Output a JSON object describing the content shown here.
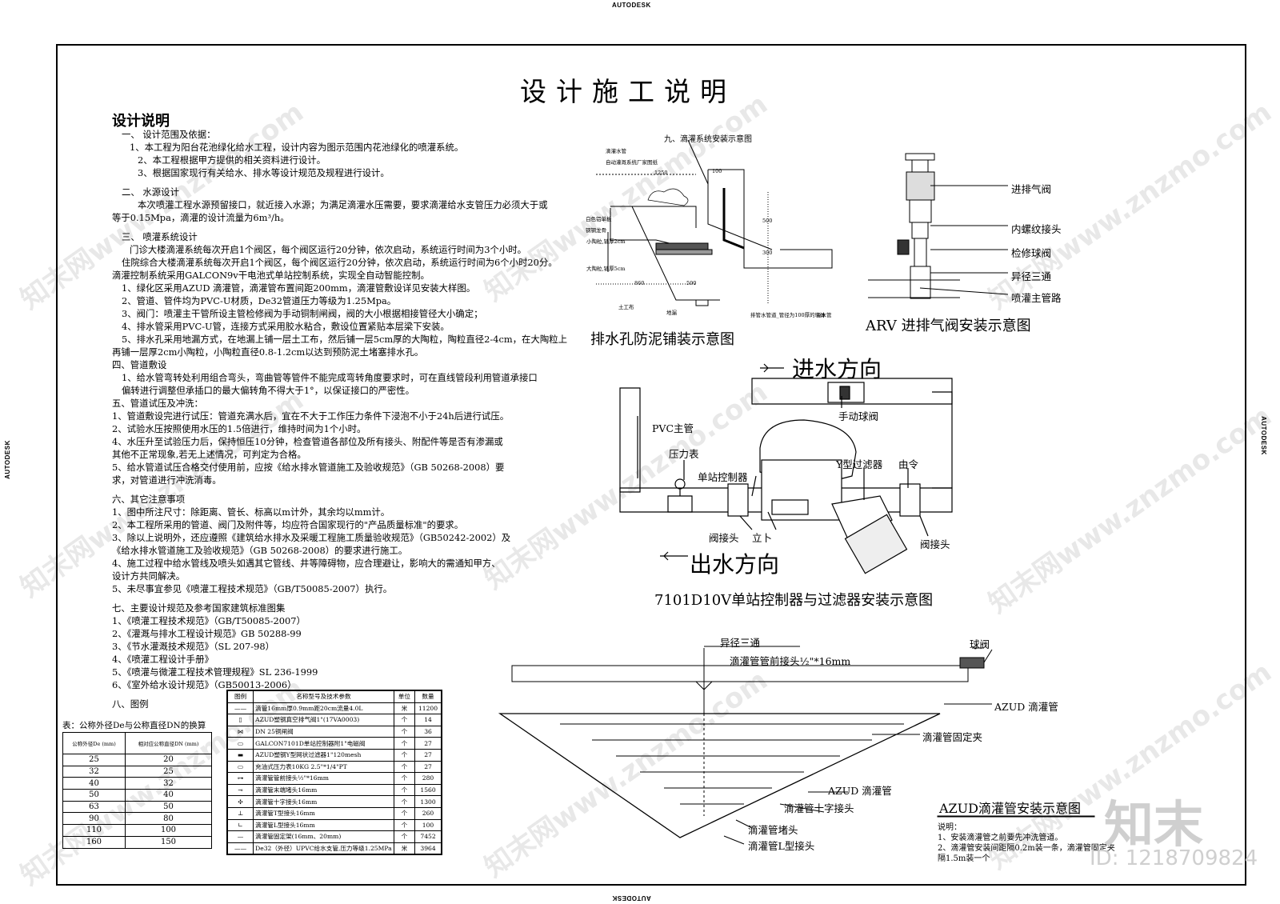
{
  "border": {
    "brand": "AUTODESK"
  },
  "title": "设计施工说明",
  "subtitle": "设计说明",
  "notes": [
    {
      "t": "一、 设计范围及依据：",
      "c": "i1"
    },
    {
      "t": "1、本工程为阳台花池绿化给水工程，设计内容为图示范围内花池绿化的喷灌系统。",
      "c": "i2"
    },
    {
      "t": "2、本工程根据甲方提供的相关资料进行设计。",
      "c": "i3"
    },
    {
      "t": "3、根据国家现行有关给水、排水等设计规范及规程进行设计。",
      "c": "i3"
    },
    {
      "t": "",
      "c": "gap"
    },
    {
      "t": "二、 水源设计",
      "c": "i1"
    },
    {
      "t": "本次喷灌工程水源预留接口，就近接入水源；为满足滴灌水压需要，要求滴灌给水支管压力必须大于或",
      "c": "i3"
    },
    {
      "t": "等于0.15Mpa，滴灌的设计流量为6m³/h。",
      "c": ""
    },
    {
      "t": "",
      "c": "gap"
    },
    {
      "t": "三、 喷灌系统设计",
      "c": "i1"
    },
    {
      "t": "门诊大楼滴灌系统每次开启1个阀区，每个阀区运行20分钟，依次启动，系统运行时间为3个小时。",
      "c": "i2"
    },
    {
      "t": "住院综合大楼滴灌系统每次开启1个阀区，每个阀区运行20分钟，依次启动，系统运行时间为6个小时20分。",
      "c": "i1"
    },
    {
      "t": "滴灌控制系统采用GALCON9v干电池式单站控制系统，实现全自动智能控制。",
      "c": ""
    },
    {
      "t": "1、绿化区采用AZUD 滴灌管，滴灌管布置间距200mm，滴灌管敷设详见安装大样图。",
      "c": "i1"
    },
    {
      "t": "2、管道、管件均为PVC-U材质，De32管道压力等级为1.25Mpa。",
      "c": "i1"
    },
    {
      "t": "3、阀门：喷灌主干管所设主管检修阀为手动铜制闸阀，阀的大小根据相接管径大小确定；",
      "c": "i1"
    },
    {
      "t": "4、排水管采用PVC-U管，连接方式采用胶水粘合，敷设位置紧贴本层梁下安装。",
      "c": "i1"
    },
    {
      "t": "5、排水孔采用地漏方式，在地漏上铺一层土工布，然后铺一层5cm厚的大陶粒，陶粒直径2-4cm，在大陶粒上",
      "c": "i1"
    },
    {
      "t": "再铺一层厚2cm小陶粒，小陶粒直径0.8-1.2cm以达到预防泥土堵塞排水孔。",
      "c": ""
    },
    {
      "t": "四、管道敷设",
      "c": ""
    },
    {
      "t": "1、给水管弯转处利用组合弯头，弯曲管等管件不能完成弯转角度要求时，可在直线管段利用管道承接口",
      "c": "i1"
    },
    {
      "t": "偏转进行调整但承插口的最大偏转角不得大于1°，以保证接口的严密性。",
      "c": "i1"
    },
    {
      "t": "五、管道试压及冲洗：",
      "c": ""
    },
    {
      "t": "1、管道敷设完进行试压：管道充满水后，宜在不大于工作压力条件下浸泡不小于24h后进行试压。",
      "c": ""
    },
    {
      "t": "2、试验水压按照使用水压的1.5倍进行，维持时间为1个小时。",
      "c": ""
    },
    {
      "t": "4、水压升至试验压力后，保持恒压10分钟，检查管道各部位及所有接头、附配件等是否有渗漏或",
      "c": ""
    },
    {
      "t": "其他不正常现象,若无上述情况，可判定为合格。",
      "c": ""
    },
    {
      "t": "5、给水管道试压合格交付使用前，应按《给水排水管道施工及验收规范》（GB 50268-2008）要",
      "c": ""
    },
    {
      "t": "求，对管道进行冲洗消毒。",
      "c": ""
    },
    {
      "t": "",
      "c": "gap"
    },
    {
      "t": "六、其它注意事项",
      "c": ""
    },
    {
      "t": "1、图中所注尺寸：除距离、管长、标高以m计外，其余均以mm计。",
      "c": ""
    },
    {
      "t": "2、本工程所采用的管道、阀门及附件等，均应符合国家现行的\"产品质量标准\"的要求。",
      "c": ""
    },
    {
      "t": "3、除以上说明外，还应遵照《建筑给水排水及采暖工程施工质量验收规范》（GB50242-2002）及",
      "c": ""
    },
    {
      "t": "《给水排水管道施工及验收规范》（GB 50268-2008）的要求进行施工。",
      "c": ""
    },
    {
      "t": "4、施工过程中给水管线及喷头如遇其它管线、井等障碍物，应合理避让，影响大的需通知甲方、",
      "c": ""
    },
    {
      "t": "设计方共同解决。",
      "c": ""
    },
    {
      "t": "5、未尽事宜参见《喷灌工程技术规范》（GB/T50085-2007）执行。",
      "c": ""
    },
    {
      "t": "",
      "c": "gap"
    },
    {
      "t": "七、主要设计规范及参考国家建筑标准图集",
      "c": ""
    },
    {
      "t": "1、《喷灌工程技术规范》（GB/T50085-2007）",
      "c": ""
    },
    {
      "t": "2、《灌溉与排水工程设计规范》GB 50288-99",
      "c": ""
    },
    {
      "t": "3、《节水灌溉技术规范》（SL 207-98）",
      "c": ""
    },
    {
      "t": "4、《喷灌工程设计手册》",
      "c": ""
    },
    {
      "t": "5、《喷灌与微灌工程技术管理规程》SL 236-1999",
      "c": ""
    },
    {
      "t": "6、《室外给水设计规范》（GB50013-2006）",
      "c": ""
    },
    {
      "t": "",
      "c": "gap"
    },
    {
      "t": "八、图例",
      "c": ""
    }
  ],
  "conversion": {
    "caption": "表：公称外径De与公称直径DN的换算",
    "headers": [
      "公称外径De (mm)",
      "相对应公称直径DN (mm)"
    ],
    "rows": [
      [
        "25",
        "20"
      ],
      [
        "32",
        "25"
      ],
      [
        "40",
        "32"
      ],
      [
        "50",
        "40"
      ],
      [
        "63",
        "50"
      ],
      [
        "90",
        "80"
      ],
      [
        "110",
        "100"
      ],
      [
        "160",
        "150"
      ]
    ]
  },
  "legend": {
    "headers": [
      "图例",
      "名称型号及技术参数",
      "单位",
      "数量"
    ],
    "rows": [
      [
        "——",
        "滴管16mm厚0.9mm距20cm流量4.0L",
        "米",
        "11200"
      ],
      [
        "▯",
        "AZUD塑钢真空排气阀1\"(17VA0003)",
        "个",
        "14"
      ],
      [
        "⋈",
        "DN 25铜闸阀",
        "个",
        "36"
      ],
      [
        "▭",
        "GALCON7101D单站控制器附1\"电磁阀",
        "个",
        "27"
      ],
      [
        "▬",
        "AZUD塑钢Y型网状过滤器1\"120mesh",
        "个",
        "27"
      ],
      [
        "▭",
        "充油式压力表10KG 2.5\"*1/4\"PT",
        "个",
        "27"
      ],
      [
        "⊶",
        "滴灌管管前接头½\"*16mm",
        "个",
        "280"
      ],
      [
        "⊸",
        "滴灌管末端堵头16mm",
        "个",
        "1560"
      ],
      [
        "✣",
        "滴灌管十字接头16mm",
        "个",
        "1300"
      ],
      [
        "⊥",
        "滴灌管T型接头16mm",
        "个",
        "260"
      ],
      [
        "∟",
        "滴灌管L型接头16mm",
        "个",
        "100"
      ],
      [
        "—",
        "滴灌管固定架(16mm、20mm)",
        "个",
        "7452"
      ],
      [
        "——",
        "De32（外径）UPVC给水支管,压力等级1.25MPa",
        "米",
        "3964"
      ]
    ]
  },
  "drainage": {
    "heading": "九、滴灌系统安装示意图",
    "caption": "排水孔防泥铺装示意图",
    "small_labels": [
      "滴灌水管",
      "自动灌溉系统厂家图纸",
      "白色铝单板",
      "钢钢龙骨",
      "小陶粒,铺厚2cm",
      "大陶粒,铺厚5cm",
      "土工布",
      "地漏",
      "排管水管道_管径为100厚的墙体",
      "溢水管",
      "1250",
      "860",
      "590",
      "100",
      "500",
      "300"
    ]
  },
  "arv": {
    "caption": "ARV 进排气阀安装示意图",
    "labels": [
      "进排气阀",
      "内螺纹接头",
      "检修球阀",
      "异径三通",
      "喷灌主管路"
    ]
  },
  "controller": {
    "inlet": "进水方向",
    "outlet": "出水方向",
    "labels": {
      "ball_valve": "手动球阀",
      "pvc": "PVC主管",
      "gauge": "压力表",
      "controller": "单站控制器",
      "filter": "Y型过滤器",
      "union": "由令",
      "joint_left": "阀接头",
      "riser": "立卜",
      "joint_right": "阀接头"
    },
    "caption": "7101D10V单站控制器与过滤器安装示意图"
  },
  "drip": {
    "labels": {
      "tee": "异径三通",
      "ball": "球阀",
      "front": "滴灌管管前接头½\"*16mm",
      "azud1": "AZUD 滴灌管",
      "clip": "滴灌管固定夹",
      "azud2": "AZUD 滴灌管",
      "cross": "滴灌管十字接头",
      "plug": "滴灌管堵头",
      "lj": "滴灌管L型接头"
    },
    "caption": "AZUD滴灌管安装示意图",
    "install_notes": [
      "说明：",
      "1、安装滴灌管之前要先冲洗管道。",
      "2、滴灌管安装间距隔0.2m装一条，滴灌管固定夹",
      "隔1.5m装一个"
    ]
  },
  "watermark": {
    "text": "知末网www.znzmo.com",
    "logo": "知末",
    "id": "ID: 1218709824"
  }
}
